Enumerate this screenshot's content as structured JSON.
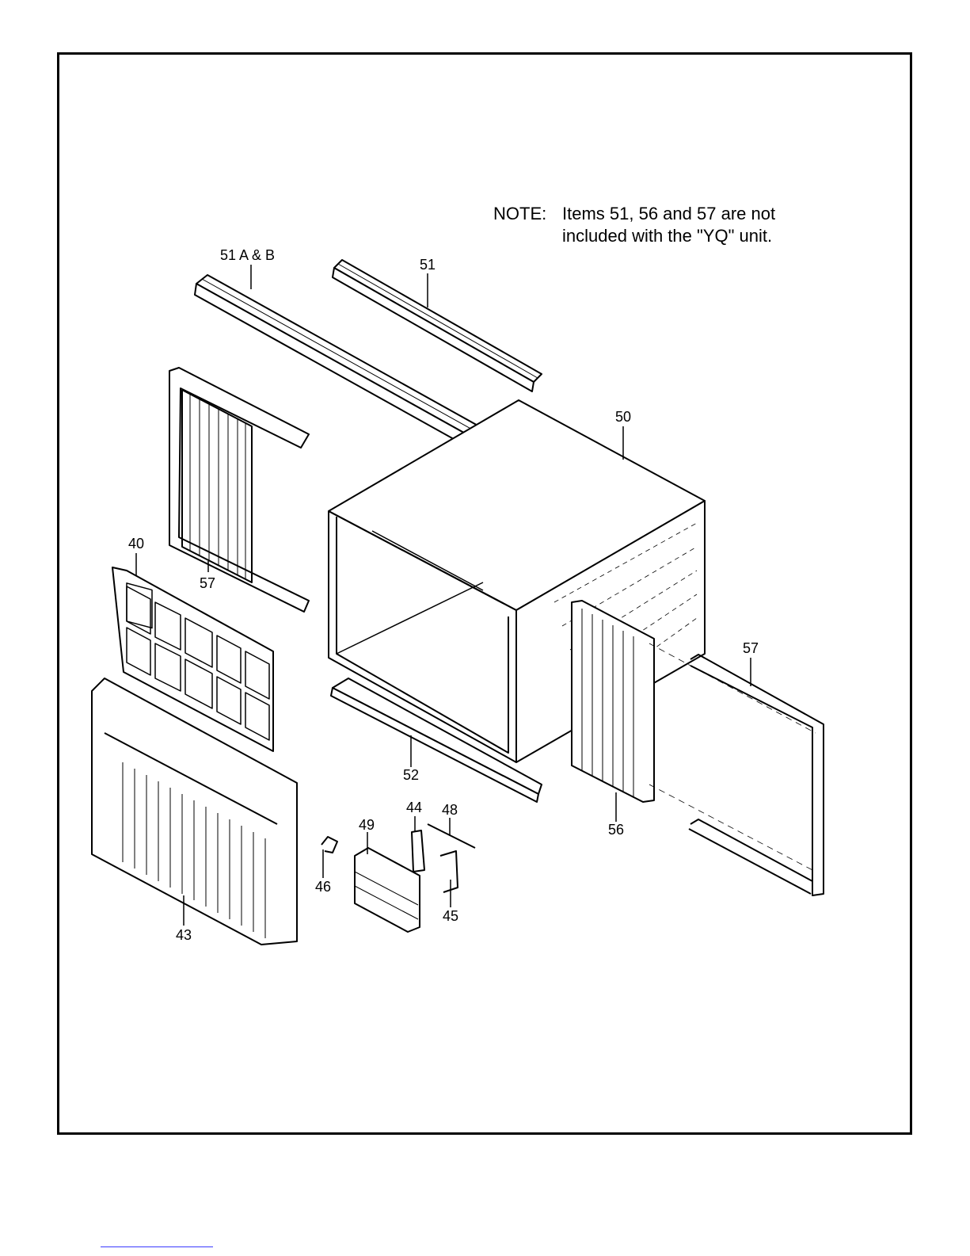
{
  "note": {
    "label": "NOTE:",
    "line1": "Items 51, 56 and 57 are not",
    "line2": "included with the \"YQ\" unit."
  },
  "callouts": {
    "c51ab": "51 A & B",
    "c51": "51",
    "c50": "50",
    "c57a": "57",
    "c40": "40",
    "c57b": "57",
    "c52": "52",
    "c56": "56",
    "c44": "44",
    "c48": "48",
    "c49": "49",
    "c46": "46",
    "c45": "45",
    "c43": "43"
  }
}
